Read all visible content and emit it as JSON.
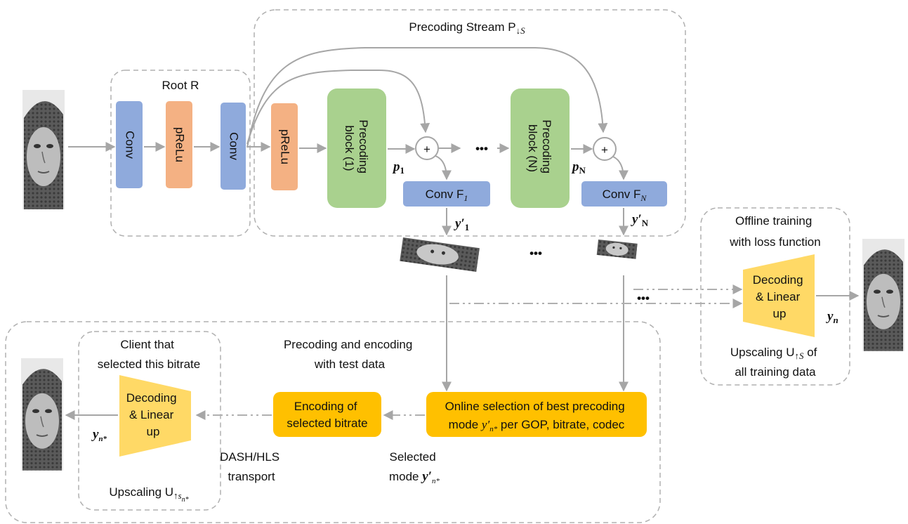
{
  "root": {
    "title": "Root R",
    "conv1": "Conv",
    "prelu": "pReLu",
    "conv2": "Conv"
  },
  "stream": {
    "title": "Precoding Stream P",
    "title_sub": "↓S",
    "prelu": "pReLu",
    "block1_line1": "Precoding",
    "block1_line2": "block (1)",
    "blockN_line1": "Precoding",
    "blockN_line2": "block (N)",
    "plus": "+",
    "dots": "•••",
    "p1": "p",
    "p1_sub": "1",
    "pN": "p",
    "pN_sub": "N",
    "conv_f1": "Conv F",
    "conv_f1_sub": "1",
    "conv_fN": "Conv F",
    "conv_fN_sub": "N",
    "y1": "y′",
    "y1_sub": "1",
    "yN": "y′",
    "yN_sub": "N"
  },
  "offline": {
    "title_line1": "Offline training",
    "title_line2": "with loss function",
    "decoder_line1": "Decoding",
    "decoder_line2": "& Linear",
    "decoder_line3": "up",
    "out_label": "y",
    "out_sub": "n",
    "upscale_line1": "Upscaling U",
    "upscale_sub": "↑S",
    "upscale_of": " of",
    "upscale_line2": "all training data"
  },
  "online": {
    "title_line1": "Precoding and encoding",
    "title_line2": "with test data",
    "selection_line1": "Online selection of best precoding",
    "selection_line2a": "mode ",
    "selection_y": "y′",
    "selection_sub": "n*",
    "selection_line2b": " per GOP, bitrate, codec",
    "encoding_line1": "Encoding of",
    "encoding_line2": "selected bitrate",
    "selected_line1": "Selected",
    "selected_line2": "mode ",
    "selected_y": "y′",
    "selected_sub": "n*",
    "transport_line1": "DASH/HLS",
    "transport_line2": "transport",
    "client_line1": "Client that",
    "client_line2": "selected this bitrate",
    "decoder_line1": "Decoding",
    "decoder_line2": "& Linear",
    "decoder_line3": "up",
    "out_label": "y",
    "out_sub": "n*",
    "upscale_line1": "Upscaling U",
    "upscale_sub": "↑s",
    "upscale_subsub": "n*"
  },
  "colors": {
    "conv_blue": "#8faadc",
    "prelu_orange": "#f4b183",
    "block_green": "#a9d18e",
    "decoder_yellow": "#ffd966",
    "selection_orange": "#ffc000",
    "arrow_gray": "#a6a6a6",
    "dash_gray": "#b0b0b0"
  }
}
